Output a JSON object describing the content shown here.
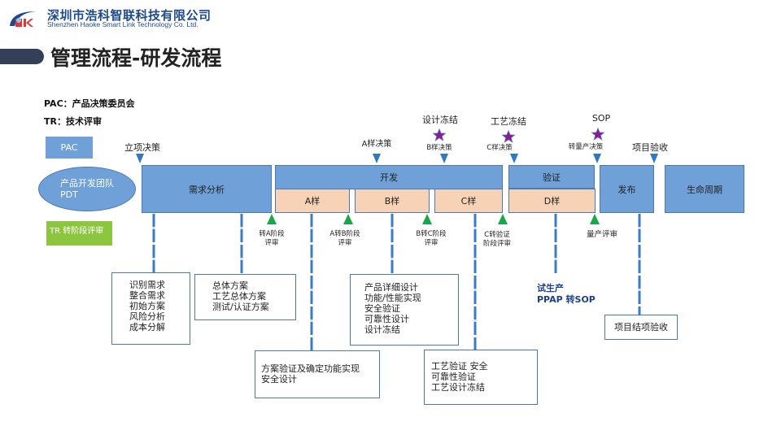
{
  "header": {
    "company_cn": "深圳市浩科智联科技有限公司",
    "company_en": "Shenzhen Haoke Smart Link Technology Co. Ltd.",
    "logo_text": "HK",
    "page_title": "管理流程-研发流程"
  },
  "legend": {
    "pac_def": "PAC：产品决策委员会",
    "tr_def": "TR：技术评审",
    "pac_box": "PAC",
    "pdt_ellipse": "产品开发团队PDT",
    "tr_box": "TR 转阶段评审"
  },
  "phases": {
    "requirements": "需求分析",
    "development": "开发",
    "sample_a": "A样",
    "sample_b": "B样",
    "sample_c": "C样",
    "validation": "验证",
    "sample_d": "D样",
    "release": "发布",
    "lifecycle": "生命周期"
  },
  "decisions": {
    "project_decision": "立项决策",
    "a_sample_decision": "A样决策",
    "b_sample_decision": "B样决策",
    "c_sample_decision": "C样决策",
    "mass_production_decision": "转量产决策",
    "project_acceptance": "项目验收"
  },
  "milestones": {
    "design_freeze": "设计冻结",
    "process_freeze": "工艺冻结",
    "sop": "SOP"
  },
  "reviews": {
    "to_a": [
      "转A阶段",
      "评审"
    ],
    "a_to_b": [
      "A转B阶段",
      "评审"
    ],
    "b_to_c": [
      "B转C阶段",
      "评审"
    ],
    "c_to_validation": [
      "C转验证",
      "阶段评审"
    ],
    "mass_production": "量产评审"
  },
  "notes": {
    "requirements_tasks": [
      "识别需求",
      "整合需求",
      "初始方案",
      "风险分析",
      "成本分解"
    ],
    "overall_plan": [
      "总体方案",
      "工艺总体方案",
      "测试/认证方案"
    ],
    "a_sample_tasks": [
      "方案验证及确定功能实现",
      "安全设计"
    ],
    "b_sample_tasks": [
      "产品详细设计",
      "功能/性能实现",
      "安全验证",
      "可靠性设计",
      "设计冻结"
    ],
    "c_sample_tasks": [
      "工艺验证 安全",
      "可靠性验证",
      "工艺设计冻结"
    ],
    "trial_production": [
      "试生产",
      "PPAP 转SOP"
    ],
    "project_closure": [
      "项目结项验收"
    ]
  },
  "colors": {
    "phase_blue": "#6fa0d8",
    "sample_peach": "#f8d2b4",
    "review_green": "#1aa64a",
    "decision_blue": "#2f78c4",
    "star_purple": "#8b1a8b",
    "title_bar": "#34405a"
  }
}
